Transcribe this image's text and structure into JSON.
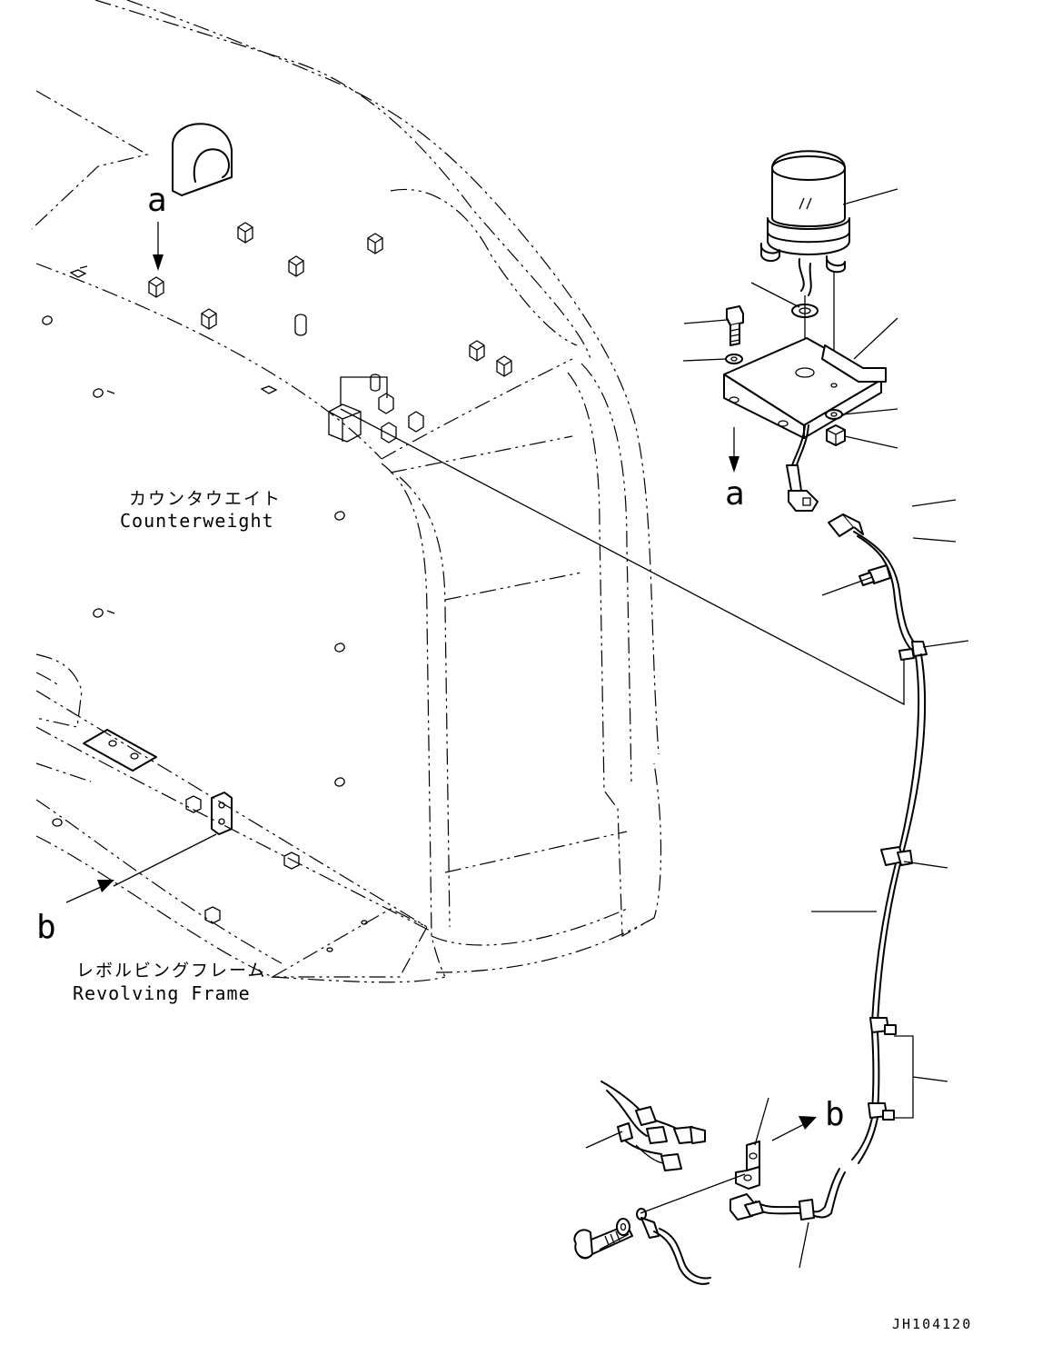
{
  "labels": {
    "counterweight_jp": "カウンタウエイト",
    "counterweight_en": "Counterweight",
    "revolving_frame_jp": "レボルビングフレーム",
    "revolving_frame_en": "Revolving Frame",
    "view_a_top": "a",
    "view_a_bracket": "a",
    "view_b_left": "b",
    "view_b_right": "b",
    "drawing_number": "JH104120"
  }
}
